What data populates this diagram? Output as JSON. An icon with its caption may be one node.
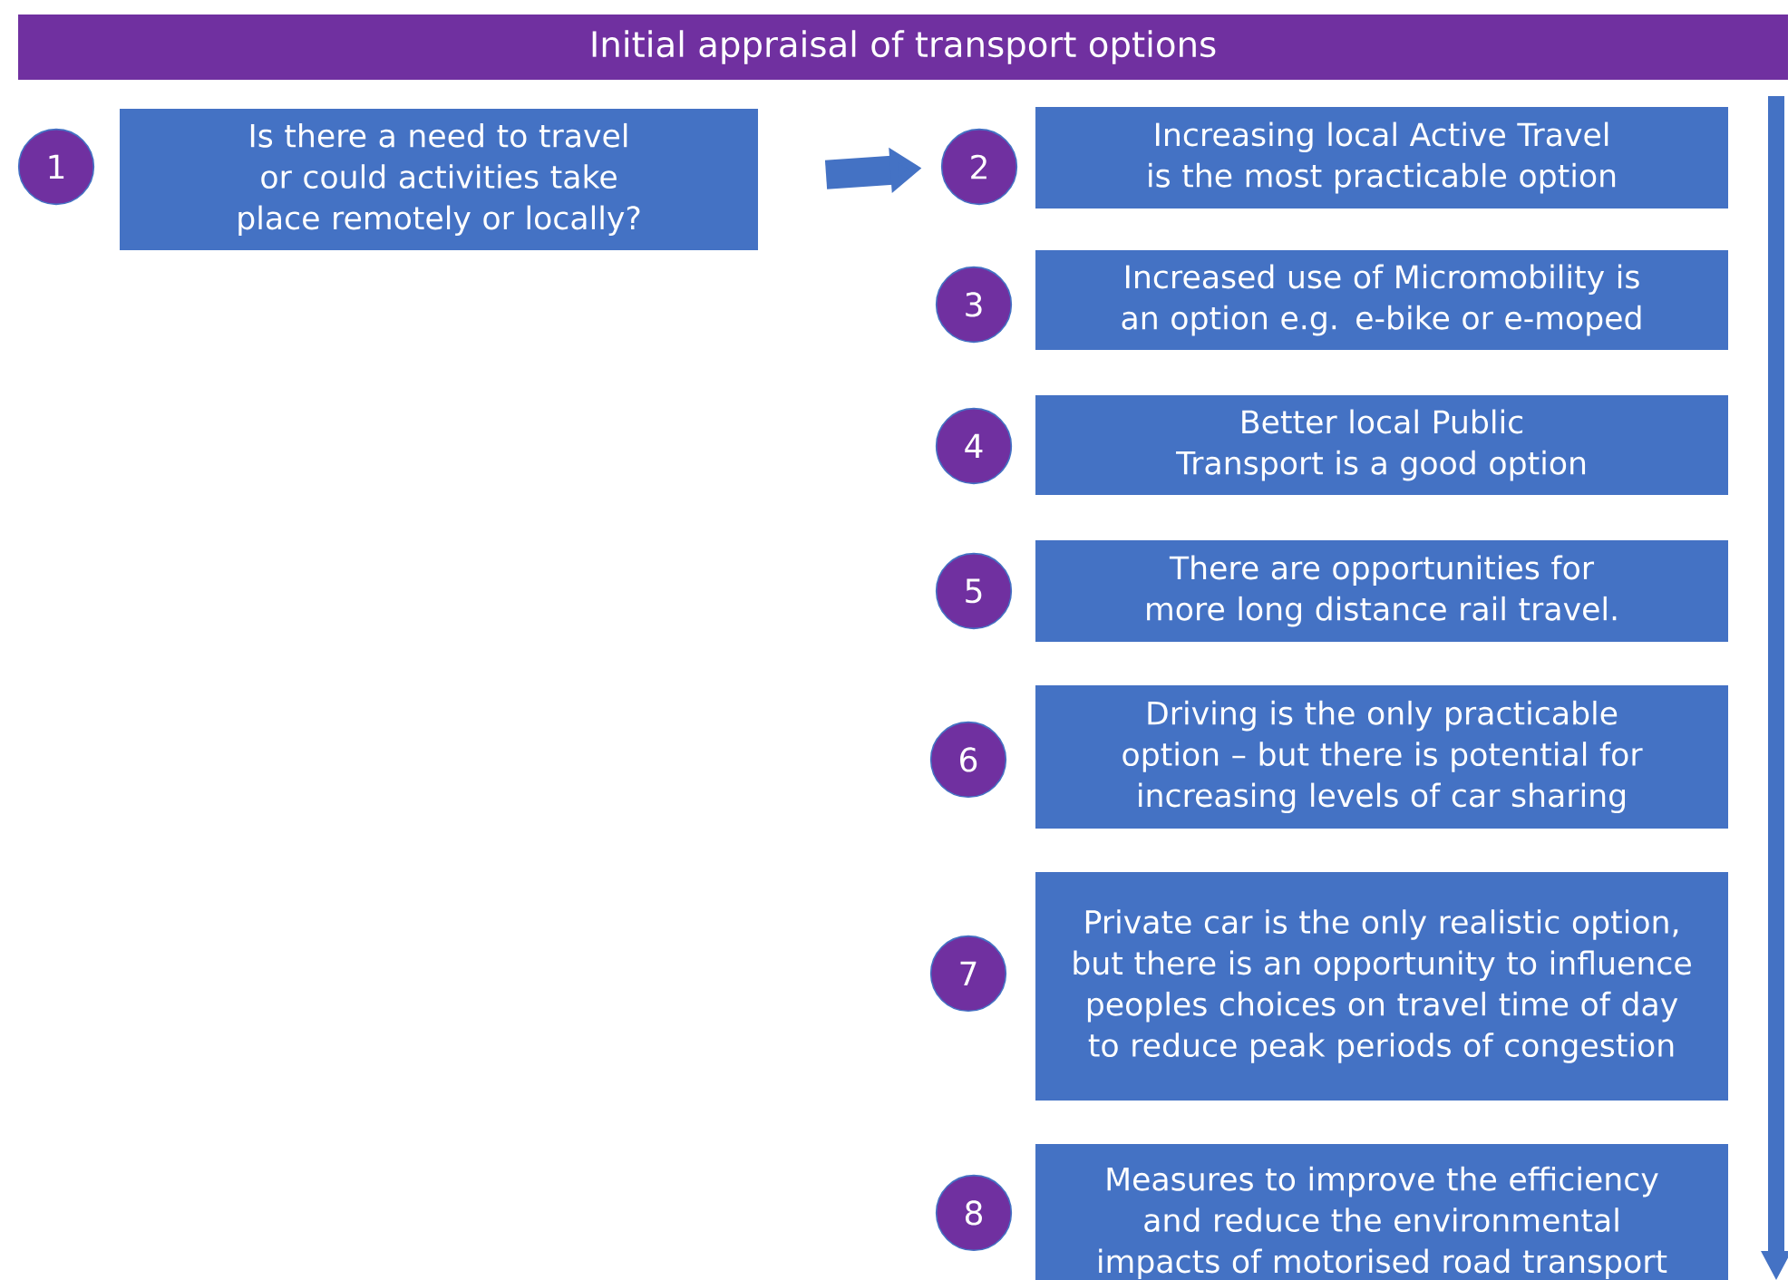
{
  "diagram": {
    "title": "Initial appraisal of transport options",
    "nodes": [
      {
        "text": [
          "1"
        ]
      },
      {
        "text": [
          "Is there a need to travel or could activities take place remotely or locally?"
        ]
      },
      {
        "text": [
          "2"
        ]
      },
      {
        "text": [
          "Increasing local Active Travel is the most practicable option"
        ]
      },
      {
        "text": [
          "3"
        ]
      },
      {
        "text": [
          "Increased use of Micromobility is an option e.g. e-bike or e-moped"
        ]
      },
      {
        "text": [
          "4"
        ]
      },
      {
        "text": [
          "Better local Public Transport is a good option"
        ]
      },
      {
        "text": [
          "5"
        ]
      },
      {
        "text": [
          "There are opportunities for more long distance rail travel."
        ]
      },
      {
        "text": [
          "6"
        ]
      },
      {
        "text": [
          "Driving is the only practicable option – but there is potential for increasing levels of car sharing"
        ]
      },
      {
        "text": [
          "7"
        ]
      },
      {
        "text": [
          "Private car is the only realistic option, but there is an opportunity to influence peoples choices on travel time of day to reduce peak periods of congestion"
        ]
      },
      {
        "text": [
          "8"
        ]
      },
      {
        "text": [
          "Measures to improve the efficiency and reduce the environmental impacts of motorised road transport"
        ]
      }
    ],
    "edges": [
      {
        "from": 1,
        "to": 2,
        "arrow": "to"
      }
    ]
  }
}
